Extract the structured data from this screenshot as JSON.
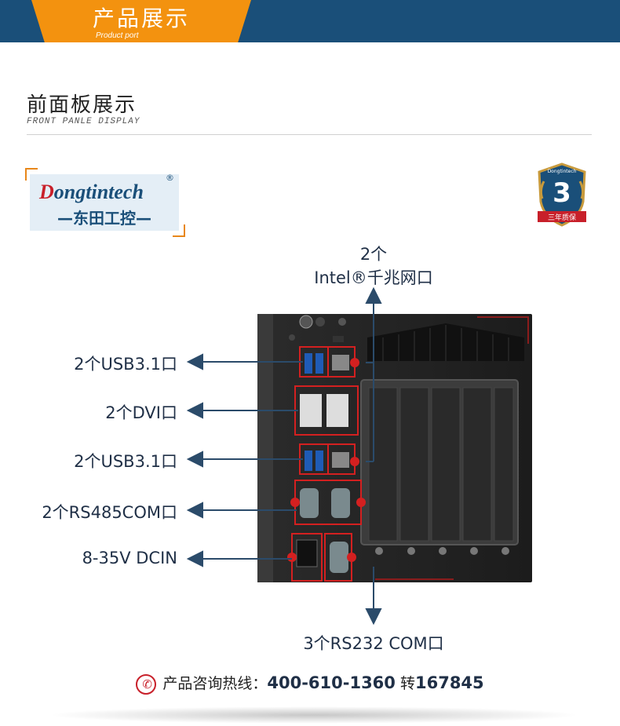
{
  "header": {
    "title": "产品展示",
    "subtitle": "Product port"
  },
  "section": {
    "title": "前面板展示",
    "subtitle": "FRONT PANLE DISPLAY"
  },
  "logo": {
    "brand": "Dongtintech",
    "reg_mark": "®",
    "chinese_name": "—东田工控—"
  },
  "badge": {
    "number": "3",
    "top_text": "Dongtintech",
    "text": "三年质保"
  },
  "labels": {
    "lan": {
      "line1": "2个",
      "line2": "Intel®千兆网口"
    },
    "usb_top": "2个USB3.1口",
    "dvi": "2个DVI口",
    "usb_bottom": "2个USB3.1口",
    "rs485": "2个RS485COM口",
    "dcin": "8-35V DCIN",
    "rs232": "3个RS232 COM口"
  },
  "hotline": {
    "label": "产品咨询热线：",
    "number": "400-610-1360",
    "ext_label": "转",
    "ext": "167845"
  },
  "colors": {
    "navy": "#1a4f79",
    "orange": "#f3920f",
    "red": "#c8202a",
    "label_text": "#1f2f46"
  }
}
